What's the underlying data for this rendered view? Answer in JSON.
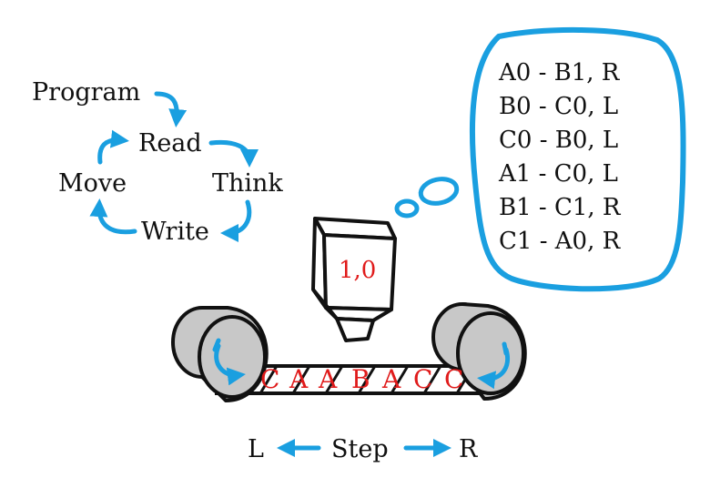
{
  "cycle": {
    "program": "Program",
    "read": "Read",
    "think": "Think",
    "write": "Write",
    "move": "Move"
  },
  "rules": [
    "A0 - B1, R",
    "B0 - C0, L",
    "C0 - B0, L",
    "A1 - C0, L",
    "B1 - C1, R",
    "C1 - A0, R"
  ],
  "head_state": "1,0",
  "tape_symbols": [
    "C",
    "A",
    "A",
    "B",
    "A",
    "C",
    "C"
  ],
  "direction": {
    "left": "L",
    "step": "Step",
    "right": "R"
  },
  "colors": {
    "arrow": "#1a9fe0",
    "tape_text": "#e01b1b",
    "ink": "#111111",
    "roller": "#c8c8c8"
  }
}
